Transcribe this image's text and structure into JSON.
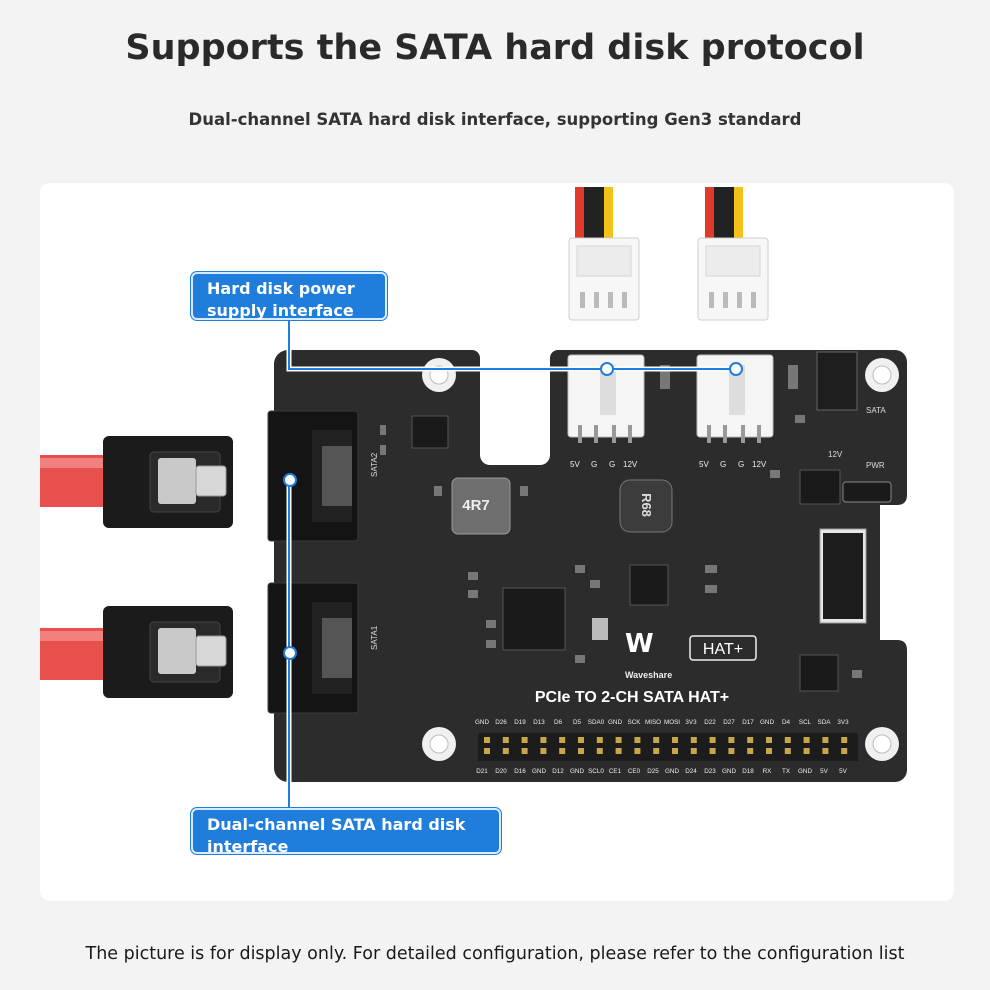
{
  "header": {
    "title": "Supports the SATA hard disk protocol",
    "subtitle": "Dual-channel SATA hard disk interface, supporting Gen3 standard"
  },
  "callouts": {
    "power": "Hard disk power supply interface",
    "sata": "Dual-channel SATA hard disk interface"
  },
  "board": {
    "name": "PCIe TO 2-CH SATA HAT+",
    "brand": "Waveshare",
    "hat_badge": "HAT+",
    "sata2_label": "SATA2",
    "sata1_label": "SATA1",
    "inductor_left": "4R7",
    "inductor_right": "R68",
    "led_sata": "SATA",
    "led_pwr": "PWR",
    "dc_label": "12V",
    "power_pins": [
      "5V",
      "G",
      "G",
      "12V"
    ],
    "gpio_top": [
      "GND",
      "D26",
      "D19",
      "D13",
      "D6",
      "D5",
      "SDA0",
      "GND",
      "SCK",
      "MISO",
      "MOSI",
      "3V3",
      "D22",
      "D27",
      "D17",
      "GND",
      "D4",
      "SCL",
      "SDA",
      "3V3"
    ],
    "gpio_bottom": [
      "D21",
      "D20",
      "D16",
      "GND",
      "D12",
      "GND",
      "SCL0",
      "CE1",
      "CE0",
      "D25",
      "GND",
      "D24",
      "D23",
      "GND",
      "D18",
      "RX",
      "TX",
      "GND",
      "5V",
      "5V"
    ]
  },
  "footer": {
    "note": "The picture is for display only. For detailed configuration, please refer to the configuration list"
  },
  "colors": {
    "accent": "#1f7ddc",
    "pcb": "#2b2b2b",
    "cable": "#e8504e"
  }
}
